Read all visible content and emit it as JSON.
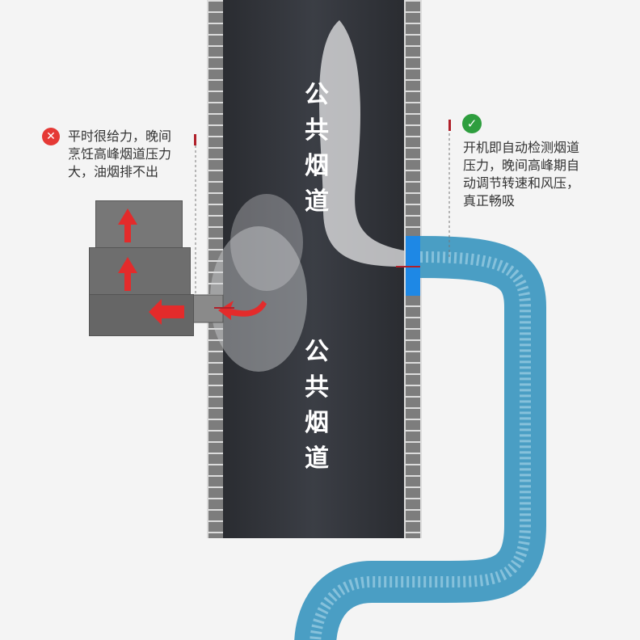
{
  "shaft_label_top": [
    "公",
    "共",
    "烟",
    "道"
  ],
  "shaft_label_bottom": [
    "公",
    "共",
    "烟",
    "道"
  ],
  "left_note": {
    "icon": "x-circle-icon",
    "icon_color": "#e53935",
    "lines": [
      "平时很给力，晚间",
      "烹饪高峰烟道压力",
      "大，油烟排不出"
    ]
  },
  "right_note": {
    "icon": "check-circle-icon",
    "icon_color": "#2e9e3e",
    "lines": [
      "开机即自动检测烟道",
      "压力，晚间高峰期自",
      "动调节转速和风压，",
      "真正畅吸"
    ]
  },
  "colors": {
    "arrow": "#e32b2b",
    "hose": "#4a9ec4",
    "flange": "#1e88e5",
    "shaft": "#2f3237"
  }
}
